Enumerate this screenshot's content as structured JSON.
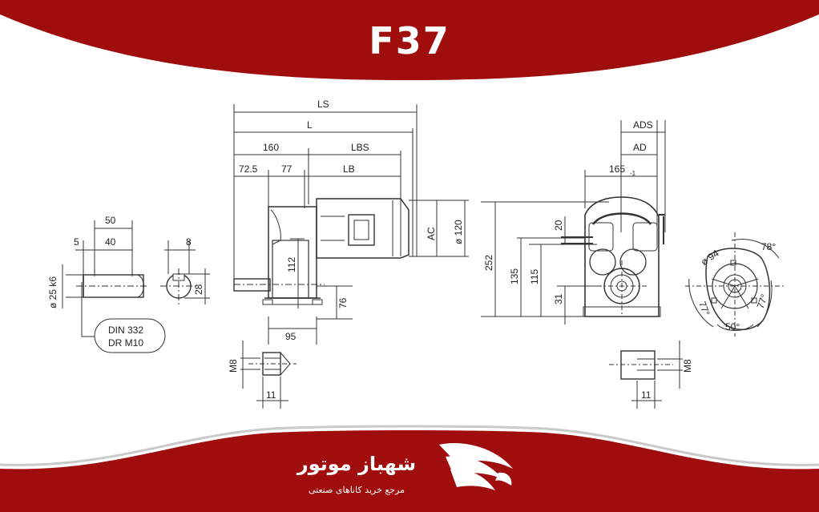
{
  "header": {
    "title": "F37",
    "color": "#a00d0d"
  },
  "brand": {
    "name": "شهباز موتور",
    "tagline": "مرجع خرید کاناهای صنعتی",
    "logo_icon": "eagle-wing-icon"
  },
  "shaft_key": {
    "width_top": "50",
    "inner_width": "40",
    "offset": "5",
    "diameter": "ø 25 k6",
    "key_width": "8",
    "key_height": "28",
    "callout_line1": "DIN 332",
    "callout_line2": "DR M10"
  },
  "side_view": {
    "ls": "LS",
    "l": "L",
    "d160": "160",
    "lbs": "LBS",
    "d72": "72.5",
    "d77": "77",
    "lb": "LB",
    "ac": "AC",
    "d120": "ø 120",
    "d112": "112",
    "d76": "76",
    "d95": "95"
  },
  "front_view": {
    "ads": "ADS",
    "ad": "AD",
    "d165": "165",
    "d165_tol": "-1",
    "d20": "20",
    "d252": "252",
    "d135": "135",
    "d115": "115",
    "d31": "31"
  },
  "flange_view": {
    "d94": "ø 94",
    "a78": "78°",
    "a77_left": "77°",
    "a77_right": "77°",
    "a50": "50°"
  },
  "thread_left": {
    "m8": "M8",
    "d11": "11"
  },
  "thread_right": {
    "m8": "M8",
    "d11": "11"
  }
}
